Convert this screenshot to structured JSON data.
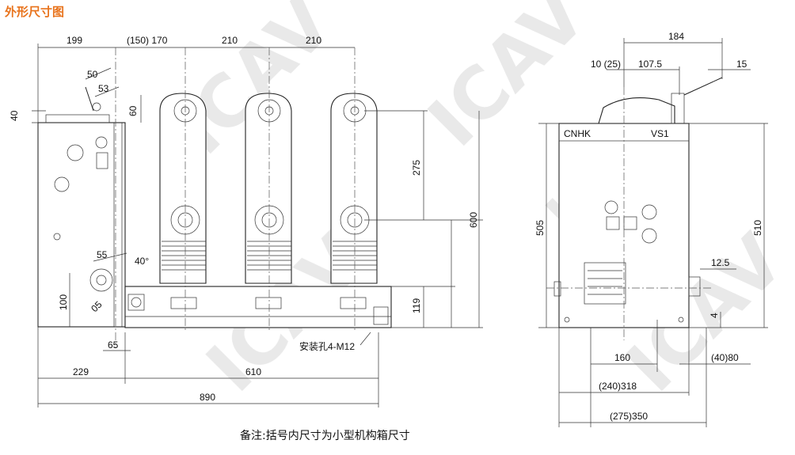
{
  "title": "外形尺寸图",
  "note": "备注:括号内尺寸为小型机构箱尺寸",
  "front_view": {
    "dims": {
      "d199": "199",
      "d150_170": "(150) 170",
      "d210a": "210",
      "d210b": "210",
      "d50": "50",
      "d53": "53",
      "d60": "60",
      "d40": "40",
      "d275": "275",
      "d600": "600",
      "d55": "55",
      "d40deg": "40°",
      "d5": "05",
      "d100": "100",
      "d119": "119",
      "d65": "65",
      "d229": "229",
      "d610": "610",
      "d890": "890"
    },
    "mount_hole_label": "安装孔4-M12"
  },
  "side_view": {
    "brand": "CNHK",
    "model": "VS1",
    "dims": {
      "d184": "184",
      "d10_25": "10 (25)",
      "d107_5": "107.5",
      "d15": "15",
      "d505": "505",
      "d510": "510",
      "d12_5": "12.5",
      "d4": "4",
      "d160": "160",
      "d40_80": "(40)80",
      "d240_318": "(240)318",
      "d275_350": "(275)350"
    }
  },
  "watermark": "ICAV"
}
